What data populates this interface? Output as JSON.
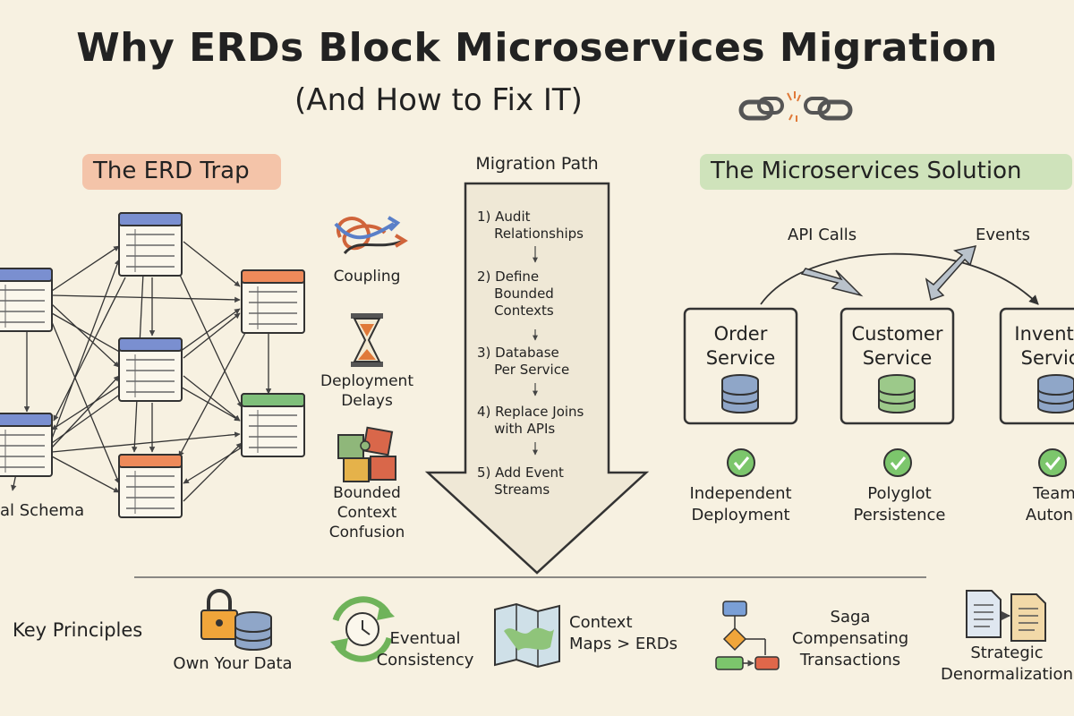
{
  "title": "Why ERDs Block Microservices Migration",
  "subtitle": "(And How to Fix IT)",
  "erd_trap": {
    "heading": "The ERD Trap",
    "schema_label": "al Schema",
    "problems": [
      {
        "icon": "tangled-arrows-icon",
        "label": "Coupling"
      },
      {
        "icon": "hourglass-icon",
        "label": "Deployment\nDelays"
      },
      {
        "icon": "puzzle-icon",
        "label": "Bounded\nContext\nConfusion"
      }
    ]
  },
  "migration_path": {
    "heading": "Migration Path",
    "steps": [
      "1) Audit\n    Relationships",
      "2) Define\n    Bounded\n    Contexts",
      "3) Database\n    Per Service",
      "4) Replace Joins\n    with APIs",
      "5) Add Event\n    Streams"
    ]
  },
  "solution": {
    "heading": "The Microservices Solution",
    "api_calls_label": "API Calls",
    "events_label": "Events",
    "services": [
      {
        "name": "Order\nService",
        "db_color": "#8fa6c8"
      },
      {
        "name": "Customer\nService",
        "db_color": "#9cc98a"
      },
      {
        "name": "Invento\nServic",
        "db_color": "#8fa6c8"
      }
    ],
    "benefits": [
      {
        "icon": "check-circle-icon",
        "label": "Independent\nDeployment"
      },
      {
        "icon": "check-circle-icon",
        "label": "Polyglot\nPersistence"
      },
      {
        "icon": "check-circle-icon",
        "label": "Team\nAutono"
      }
    ]
  },
  "principles": {
    "heading": "Key Principles",
    "items": [
      {
        "icon": "lock-database-icon",
        "label": "Own Your Data"
      },
      {
        "icon": "clock-cycle-icon",
        "label": "Eventual\nConsistency"
      },
      {
        "icon": "map-icon",
        "label": "Context\nMaps > ERDs"
      },
      {
        "icon": "flowchart-icon",
        "label": "Saga\nCompensating\nTransactions"
      },
      {
        "icon": "documents-icon",
        "label": "Strategic\nDenormalization"
      }
    ]
  },
  "colors": {
    "background": "#f7f1e1",
    "erd_highlight": "#f2b99b",
    "solution_highlight": "#c8e0b4",
    "table_blue": "#7a8fd0",
    "table_orange": "#ee8a5a",
    "table_green": "#7fbf7a",
    "check_green": "#7cc66c"
  }
}
